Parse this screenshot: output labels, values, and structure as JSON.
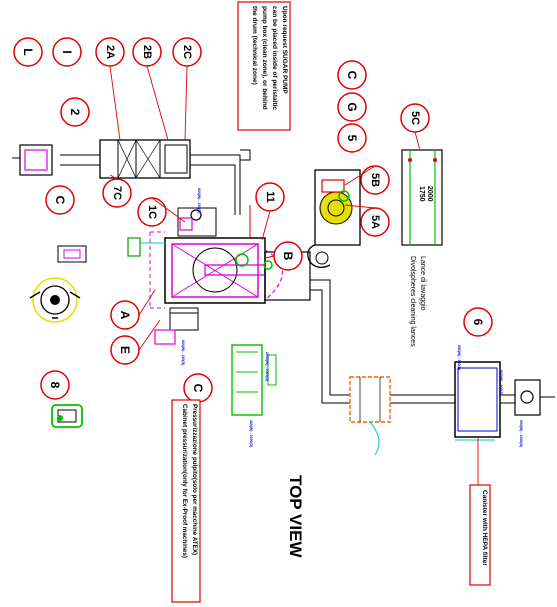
{
  "title": "TOP VIEW",
  "colors": {
    "callout": "#e00000",
    "equipment": "#000000",
    "magenta": "#e000e0",
    "cyan": "#00c8c8",
    "green": "#00c000",
    "blue": "#0000d0",
    "yellow": "#e8e000",
    "orange": "#ff6000"
  },
  "callouts": [
    "L",
    "I",
    "2A",
    "2B",
    "2C",
    "2",
    "C",
    "7C",
    "C",
    "G",
    "5",
    "5C",
    "5B",
    "5A",
    "1C",
    "11",
    "B",
    "A",
    "E",
    "C",
    "6",
    "8"
  ],
  "notes": {
    "sugar_pump": [
      "Upon request SUGAR PUMP",
      "can be placed inside of peristaltic",
      "pump box (clean zone), or behind",
      "the drum (technical zone)"
    ],
    "cabinet": [
      "Pressurizzazione pulpito(solo per macchine ATEX)",
      "Cabinet pressurization(only for Ex-Proof machines)"
    ],
    "lances": [
      "Lance di lavaggio",
      "Divolspheres cleaning lances"
    ],
    "canister": "Canister with HEPA filter"
  },
  "dimensions": {
    "lance_total": "2000",
    "lance_inner": "1750"
  },
  "small_labels": [
    "600(W) - 150(D)",
    "600(W) - 150(D)",
    "2000(W) - 1000(D)",
    "400(W) - 1000(D)",
    "650(W) - 600(D)",
    "900(W) - 600(D)",
    "900(W) - 1000(D)"
  ]
}
